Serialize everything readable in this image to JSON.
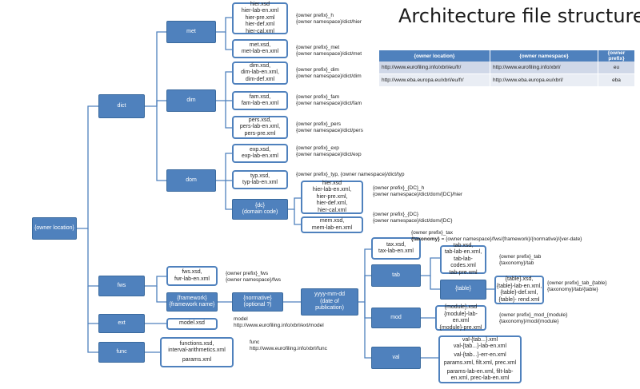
{
  "title": "Architecture file structure",
  "legend": {
    "headers": [
      "{owner location}",
      "{owner namespace}",
      "{owner prefix}"
    ],
    "rows": [
      [
        "http://www.eurofiling.info/xbrl/eu/fr/",
        "http://www.eurofiling.info/xbrl/",
        "eu"
      ],
      [
        "http://www.eba.europa.eu/xbrl/eu/fr/",
        "http://www.eba.europa.eu/xbrl/",
        "eba"
      ]
    ]
  },
  "nodes": {
    "owner_location": "{owner location}",
    "dict": "dict",
    "met": "met",
    "dim": "dim",
    "dom": "dom",
    "fws": "fws",
    "ext": "ext",
    "func": "func",
    "framework": [
      "{framework}",
      "{framework name}"
    ],
    "normative": [
      "{normative}",
      "(optional ?)"
    ],
    "date": [
      "yyyy-mm-dd",
      "(date of",
      "publication)"
    ],
    "tab": "tab",
    "mod": "mod",
    "val": "val",
    "table": "{table}",
    "dc": [
      "{dc}",
      "(domain code)"
    ]
  },
  "files": {
    "met_hier": [
      "hier.xsd",
      "hier-lab-en.xml",
      "hier-pre.xml",
      "hier-def.xml",
      "hier-cal.xml"
    ],
    "met_met": [
      "met.xsd,",
      "met-lab-en.xml"
    ],
    "dim_dim": [
      "dim.xsd,",
      "dim-lab-en.xml,",
      "dim-def.xml"
    ],
    "dim_fam": [
      "fam.xsd,",
      "fam-lab-en.xml"
    ],
    "dim_pers": [
      "pers.xsd,",
      "pers-lab-en.xml,",
      "pers-pre.xml"
    ],
    "dom_exp": [
      "exp.xsd,",
      "exp-lab-en.xml"
    ],
    "dom_typ": [
      "typ.xsd,",
      "typ-lab-en.xml"
    ],
    "dc_hier": [
      "hier.xsd",
      "hier-lab-en.xml,",
      "hier-pre.xml,",
      "hier-def.xml,",
      "hier-cal.xml"
    ],
    "dc_mem": [
      "mem.xsd,",
      "mem-lab-en.xml"
    ],
    "fws": [
      "fws.xsd,",
      "fwr-lab-en.xml"
    ],
    "ext": [
      "model.xsd"
    ],
    "func": [
      "functions.xsd,",
      "interval-arithmetics.xml",
      "params.xml"
    ],
    "tax": [
      "tax.xsd,",
      "tax-lab-en.xml"
    ],
    "tab": [
      "tab.xsd,",
      "tab-lab-en.xml,",
      "tab-lab-codes.xml",
      "tab-pre.xml"
    ],
    "table": [
      "{table}.xsd,",
      "{table}-lab-en.xml,",
      "{table}-def.xml,",
      "{table}- rend.xml"
    ],
    "mod": [
      "{module}.xsd",
      "{module}-lab-",
      "en.xml",
      "{module}-pre.xml"
    ],
    "val": [
      "val-{tab...}.xml",
      "val-{tab...}-lab-en.xml",
      "val-{tab...}-err-en.xml",
      "params.xml,  filt.xml,  prec.xml",
      "params-lab-en.xml,  filt-lab-",
      "en.xml, prec-lab-en.xml"
    ]
  },
  "labels": {
    "met_hier": [
      "{owner prefix}_h",
      "{owner namespace}/dict/hier"
    ],
    "met_met": [
      "{owner prefix}_met",
      "{owner namespace}/dict/met"
    ],
    "dim_dim": [
      "{owner prefix}_dim",
      "{owner namespace}/dict/dim"
    ],
    "dim_fam": [
      "{owner prefix}_fam",
      "{owner namespace}/dict/fam"
    ],
    "dim_pers": [
      "{owner prefix}_pers",
      "{owner namespace}/dict/pers"
    ],
    "dom_exp": [
      "{owner prefix}_exp",
      "{owner namespace}/dict/exp"
    ],
    "dom_typ": [
      "{owner prefix}_typ, {owner namespace}/dict/typ"
    ],
    "dc_hier": [
      "{owner prefix}_{DC}_h",
      "{owner namespace}/dict/dom/{DC}/hier"
    ],
    "dc_mem": [
      "{owner prefix}_{DC}",
      "{owner namespace}/dict/dom/{DC}"
    ],
    "tax_1": "{owner prefix}_tax",
    "tax_bold": "{taxonomy}",
    "tax_2": " = {owner namespace}/fws/{framework}/{normative}/{ver-date}",
    "tab": [
      "{owner prefix}_tab",
      "{taxonomy}/tab"
    ],
    "table": [
      "{owner prefix}_tab_{table}",
      "{taxonomy}/tab/{table}"
    ],
    "mod": [
      "{owner prefix}_mod_{module}",
      "{taxonomy}/mod/{module}"
    ],
    "fws": [
      "{owner prefix}_fws",
      "{owner namespace}/fws"
    ],
    "model": [
      "model",
      "http://www.eurofiling.info/xbrl/ext/model"
    ],
    "func": [
      "func",
      "http://www.eurofiling.info/xbrl/func"
    ]
  },
  "colors": {
    "node_fill": "#4f81bd",
    "node_border": "#3a6a9e",
    "box_border": "#4f81bd",
    "connector": "#4f81bd"
  }
}
